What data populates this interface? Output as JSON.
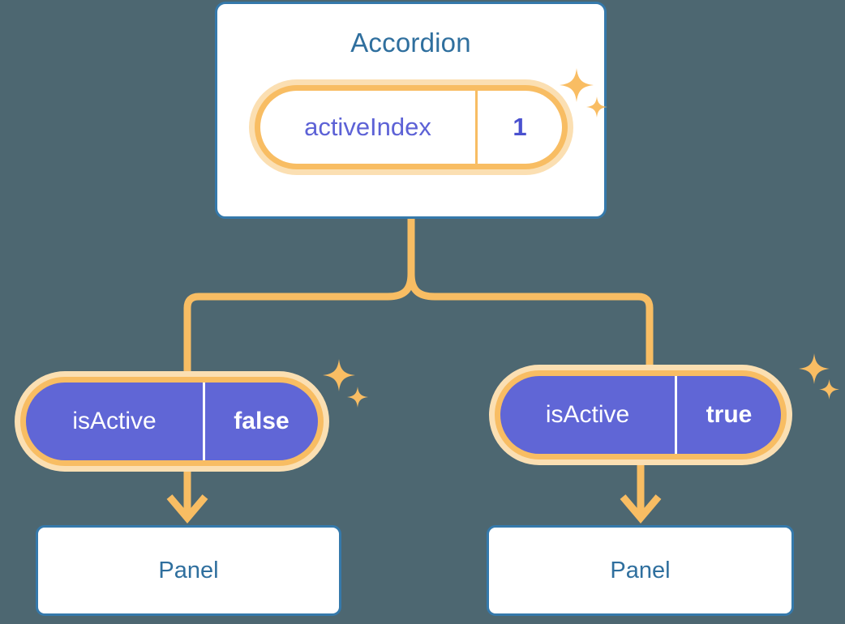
{
  "theme": {
    "background": "#4d6771",
    "card_border": "#3579ab",
    "card_fill": "#ffffff",
    "title_text": "#2f6f9e",
    "pill_ring_outer": "#fbdfb2",
    "pill_ring_inner": "#f8bd63",
    "pill_leaf_fill": "#6066d6",
    "pill_value_purple": "#4a51cf",
    "pill_key_purple": "#5d62d6",
    "connector": "#f8bd63",
    "sparkle": "#f9bd63"
  },
  "diagram": {
    "type": "component-state-tree",
    "root": {
      "title": "Accordion",
      "state": {
        "key": "activeIndex",
        "value": "1"
      }
    },
    "children": [
      {
        "state": {
          "key": "isActive",
          "value": "false"
        },
        "panel": {
          "label": "Panel"
        }
      },
      {
        "state": {
          "key": "isActive",
          "value": "true"
        },
        "panel": {
          "label": "Panel"
        }
      }
    ],
    "icons": {
      "sparkle": "sparkle-icon",
      "arrow": "arrow-down-icon"
    }
  }
}
